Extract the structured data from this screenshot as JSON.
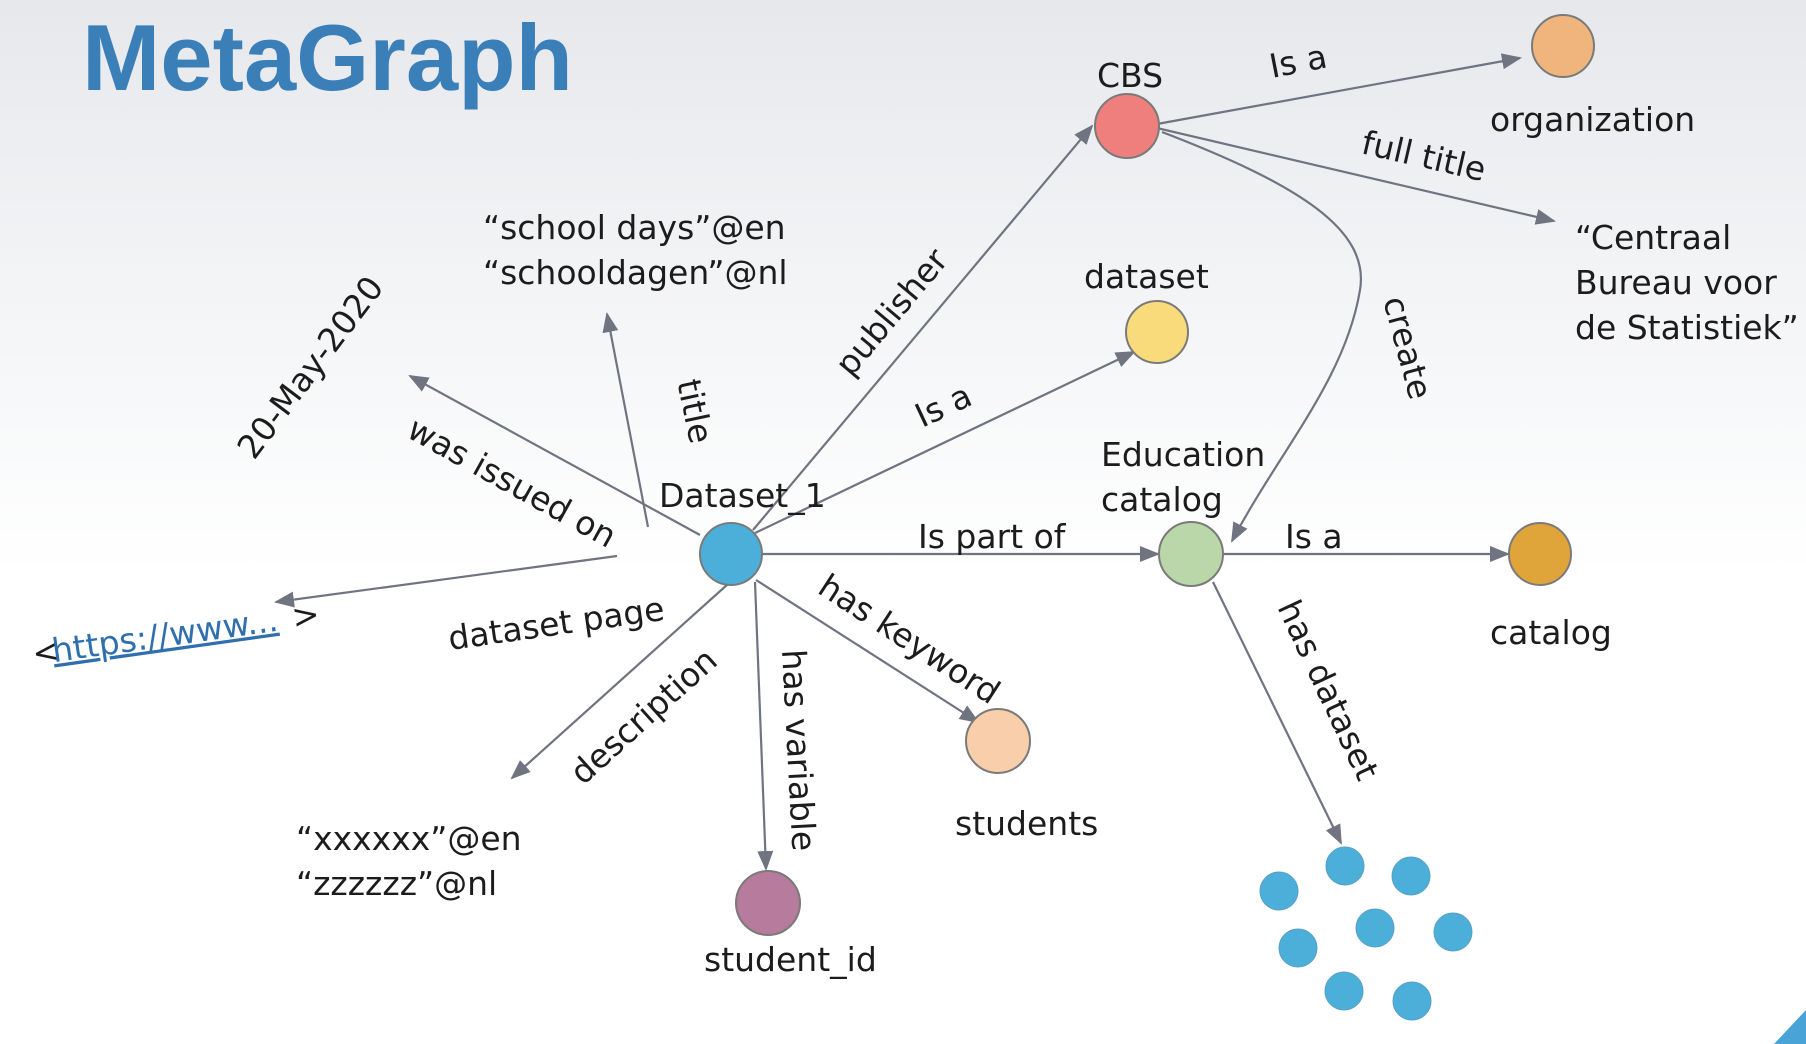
{
  "title": "MetaGraph",
  "nodes": {
    "dataset_1": "Dataset_1",
    "cbs": "CBS",
    "organization": "organization",
    "dataset_class": "dataset",
    "education_catalog_line1": "Education",
    "education_catalog_line2": "catalog",
    "catalog": "catalog",
    "students": "students",
    "student_id": "student_id"
  },
  "literals": {
    "full_title_1": "“Centraal",
    "full_title_2": "Bureau voor",
    "full_title_3": "de Statistiek”",
    "title_en": "“school days”@en",
    "title_nl": "“schooldagen”@nl",
    "issued_date": "20-May-2020",
    "desc_en": "“xxxxxx”@en",
    "desc_nl": "“zzzzzz”@nl",
    "page_open": "<",
    "page_url": "https://www...",
    "page_close": ">"
  },
  "edges": {
    "cbs_is_a": "Is a",
    "full_title": "full title",
    "create": "create",
    "publisher": "publisher",
    "dataset_is_a": "Is a",
    "title": "title",
    "was_issued_on": "was issued on",
    "dataset_page": "dataset page",
    "description": "description",
    "has_variable": "has variable",
    "has_keyword": "has keyword",
    "is_part_of": "Is part of",
    "catalog_is_a": "Is a",
    "has_dataset": "has dataset"
  },
  "colors": {
    "title": "#3a7fb8",
    "dataset_1": "#4bafd9",
    "cbs": "#ef7f7c",
    "organization": "#f0b57c",
    "dataset_class": "#fadb7b",
    "education_catalog": "#bad7a9",
    "catalog": "#dfa53a",
    "students": "#f8cfaa",
    "student_id": "#b77b9d",
    "dataset_instances": "#4bafd9",
    "edge": "#6f7480",
    "link": "#2f6fae"
  }
}
